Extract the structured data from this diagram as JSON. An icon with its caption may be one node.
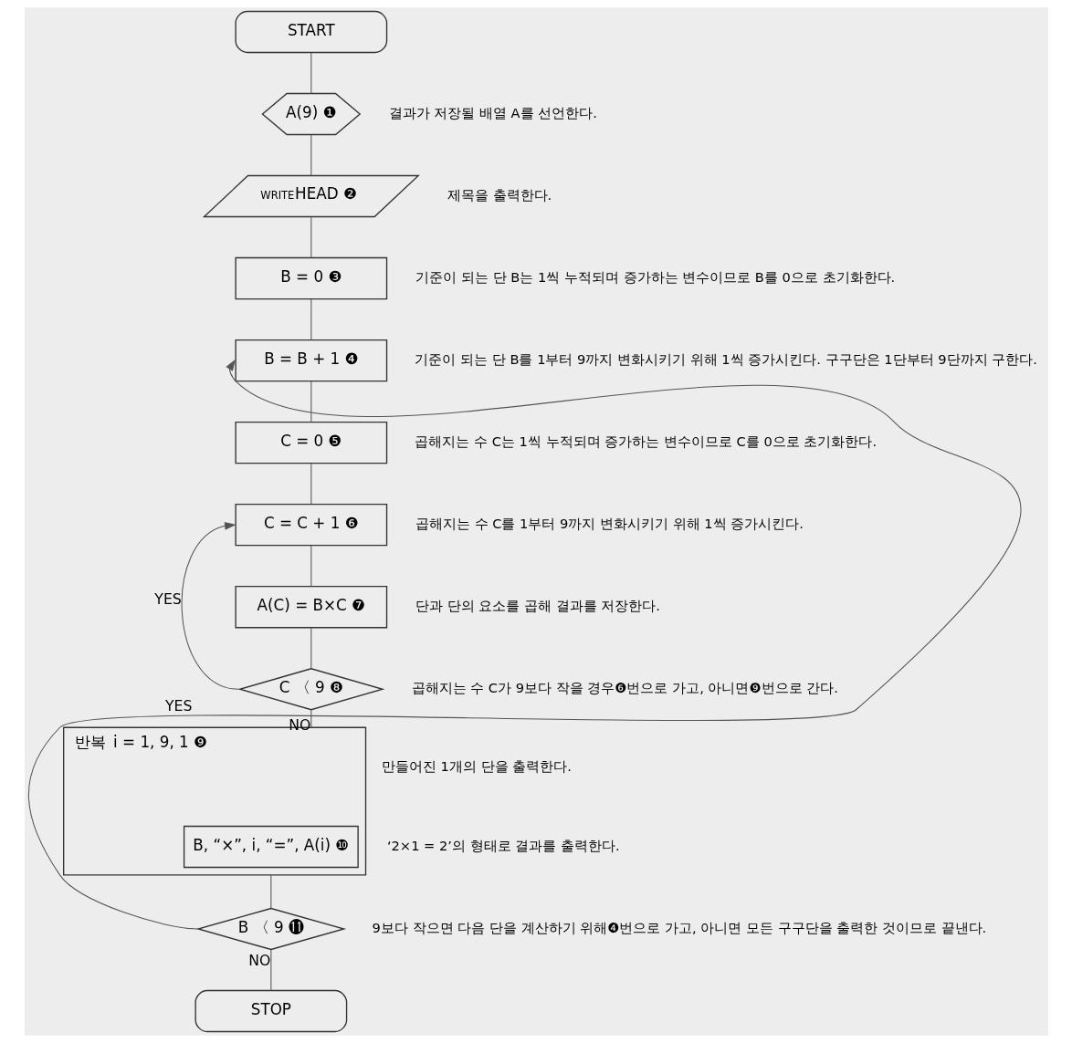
{
  "diagram": {
    "nodes": [
      {
        "text": [
          "START"
        ]
      },
      {
        "text": [
          "A(9) ❶"
        ],
        "beside": [
          "결과가 저장될 배열 A를 선언한다."
        ]
      },
      {
        "text": [
          "WRITE",
          "HEAD ❷"
        ],
        "beside": [
          "제목을 출력한다."
        ]
      },
      {
        "text": [
          "B = 0 ❸"
        ],
        "beside": [
          "기준이 되는 단 B는 1씩 누적되며 증가하는 변수이므로 B를 0으로 초기화한다."
        ]
      },
      {
        "text": [
          "B = B + 1 ❹"
        ],
        "beside": [
          "기준이 되는 단 B를 1부터 9까지 변화시키기 위해 1씩 증가시킨다. 구구단은 1단부터 9단까지 구한다."
        ]
      },
      {
        "text": [
          "C = 0 ❺"
        ],
        "beside": [
          "곱해지는 수 C는 1씩 누적되며 증가하는 변수이므로 C를 0으로 초기화한다."
        ]
      },
      {
        "text": [
          "C = C + 1 ❻"
        ],
        "beside": [
          "곱해지는 수 C를 1부터 9까지 변화시키기 위해 1씩 증가시킨다."
        ]
      },
      {
        "text": [
          "A(C) = B×C ❼"
        ],
        "beside": [
          "단과 단의 요소를 곱해 결과를 저장한다."
        ]
      },
      {
        "text": [
          "C 〈 9 ❽"
        ],
        "beside": [
          "곱해지는 수 C가 9보다 작을 경우❻번으로 가고, 아니면❾번으로 간다."
        ]
      },
      {
        "text": [
          "반복",
          "i = 1, 9, 1 ❾"
        ],
        "beside": [
          "만들어진 1개의 단을 출력한다."
        ]
      },
      {
        "text": [
          "B, “×”, i, “=”, A(i) ❿"
        ],
        "in": 9,
        "beside": [
          "‘2×1 = 2’의 형태로 결과를 출력한다."
        ]
      },
      {
        "text": [
          "B 〈 9 ⓫"
        ],
        "beside": [
          "9보다 작으면 다음 단을 계산하기 위해❹번으로 가고, 아니면 모든 구구단을 출력한 것이므로 끝낸다."
        ]
      },
      {
        "text": [
          "STOP"
        ]
      }
    ],
    "edges": [
      {
        "from": 0,
        "to": 1,
        "arrow": "none"
      },
      {
        "from": 1,
        "to": 2,
        "arrow": "none"
      },
      {
        "from": 2,
        "to": 3,
        "arrow": "none"
      },
      {
        "from": 3,
        "to": 4,
        "arrow": "none"
      },
      {
        "from": 4,
        "to": 5,
        "arrow": "none"
      },
      {
        "from": 5,
        "to": 6,
        "arrow": "none"
      },
      {
        "from": 6,
        "to": 7,
        "arrow": "none"
      },
      {
        "from": 7,
        "to": 8,
        "arrow": "none"
      },
      {
        "from": 8,
        "to": 6,
        "arrow": "to",
        "label": "YES"
      },
      {
        "from": 8,
        "to": 9,
        "arrow": "none",
        "label": "NO"
      },
      {
        "from": 9,
        "to": 11,
        "arrow": "none"
      },
      {
        "from": 11,
        "to": 4,
        "arrow": "to",
        "label": "YES"
      },
      {
        "from": 11,
        "to": 12,
        "arrow": "none",
        "label": "NO"
      }
    ]
  }
}
